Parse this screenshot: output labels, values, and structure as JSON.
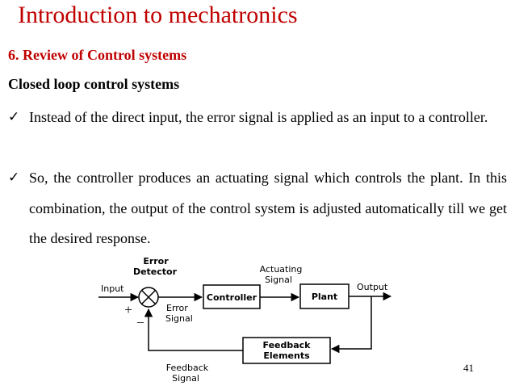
{
  "slide": {
    "title": "Introduction to mechatronics",
    "section": "6. Review of Control systems",
    "subheading": "Closed loop control systems",
    "bullets": [
      "Instead of the direct input, the error signal is applied as an input to a controller.",
      "So, the controller produces an actuating signal which controls the plant. In this combination, the output of the control system is adjusted automatically till we get the desired response."
    ],
    "check_icon": "checkmark-icon",
    "page_number": "41"
  },
  "diagram": {
    "error_detector_line1": "Error",
    "error_detector_line2": "Detector",
    "input_label": "Input",
    "plus_sign": "+",
    "minus_sign": "_",
    "error_signal_line1": "Error",
    "error_signal_line2": "Signal",
    "controller_label": "Controller",
    "actuating_line1": "Actuating",
    "actuating_line2": "Signal",
    "plant_label": "Plant",
    "output_label": "Output",
    "feedback_elements_line1": "Feedback",
    "feedback_elements_line2": "Elements",
    "feedback_signal_line1": "Feedback",
    "feedback_signal_line2": "Signal"
  }
}
